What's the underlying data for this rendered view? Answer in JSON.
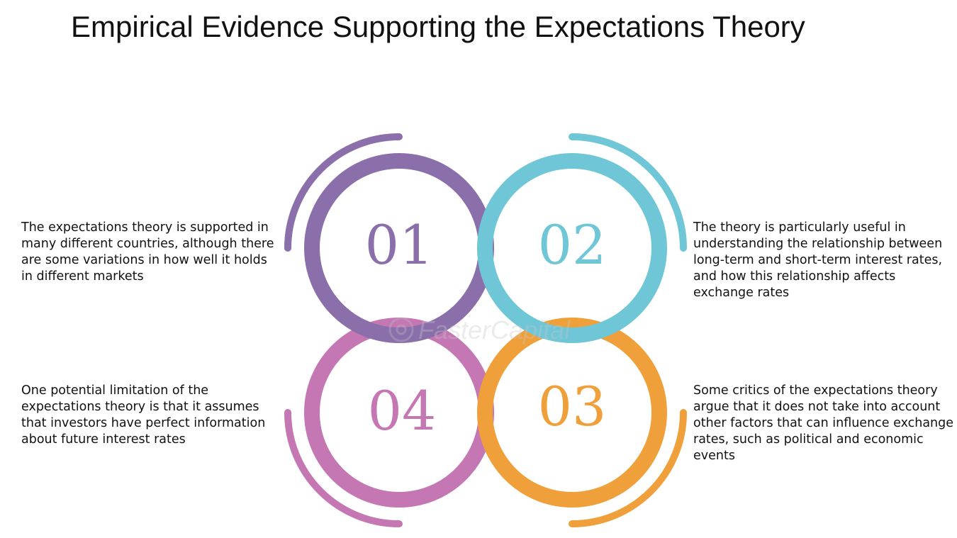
{
  "title": "Empirical Evidence Supporting the Expectations Theory",
  "watermark": "FasterCapital",
  "steps": [
    {
      "number": "01",
      "color": "#8a6fab",
      "text": "The expectations theory is supported in many different countries, although there are some variations in how well it holds in different markets"
    },
    {
      "number": "02",
      "color": "#6ec6d6",
      "text": "The theory is particularly useful in understanding the relationship between long-term and short-term interest rates, and how this relationship affects exchange rates"
    },
    {
      "number": "03",
      "color": "#f0a03a",
      "text": "Some critics of the expectations theory argue that it does not take into account other factors that can influence exchange rates, such as political and economic events"
    },
    {
      "number": "04",
      "color": "#c577b4",
      "text": "One potential limitation of the expectations theory is that it assumes that investors have perfect information about future interest rates"
    }
  ]
}
